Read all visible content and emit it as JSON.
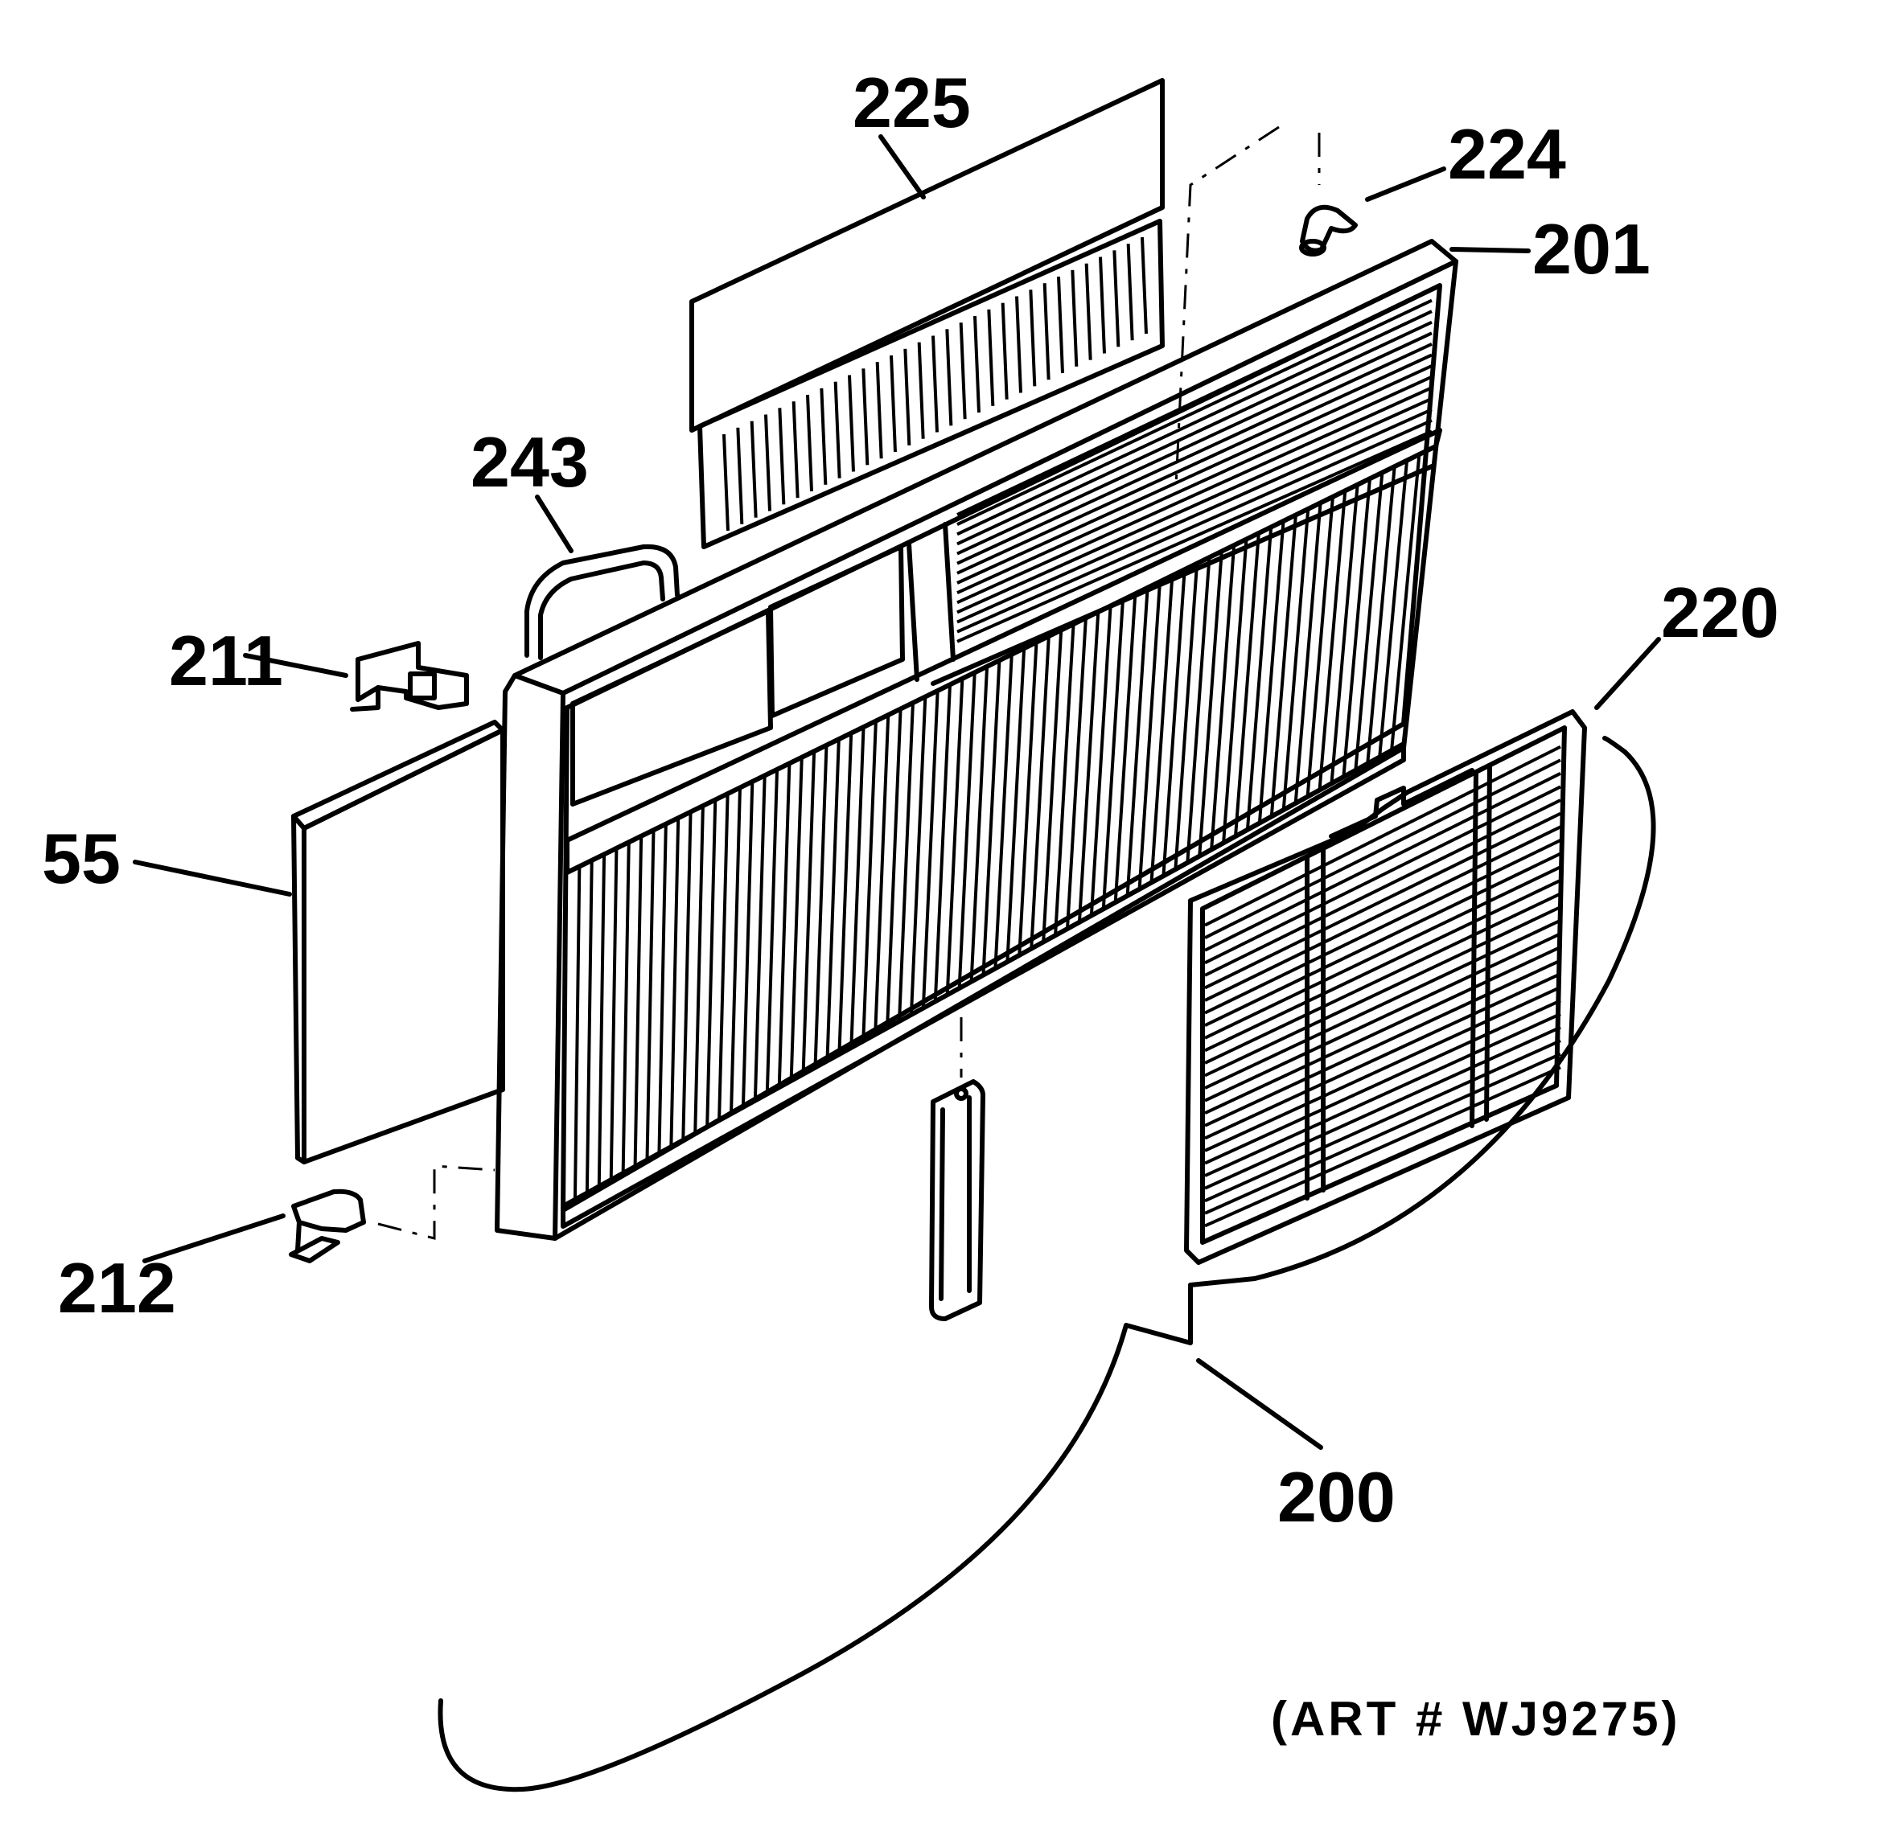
{
  "labels": {
    "p225": "225",
    "p224": "224",
    "p201": "201",
    "p243": "243",
    "p211": "211",
    "p220": "220",
    "p55": "55",
    "p212": "212",
    "p200": "200"
  },
  "art_number": "(ART # WJ9275)"
}
